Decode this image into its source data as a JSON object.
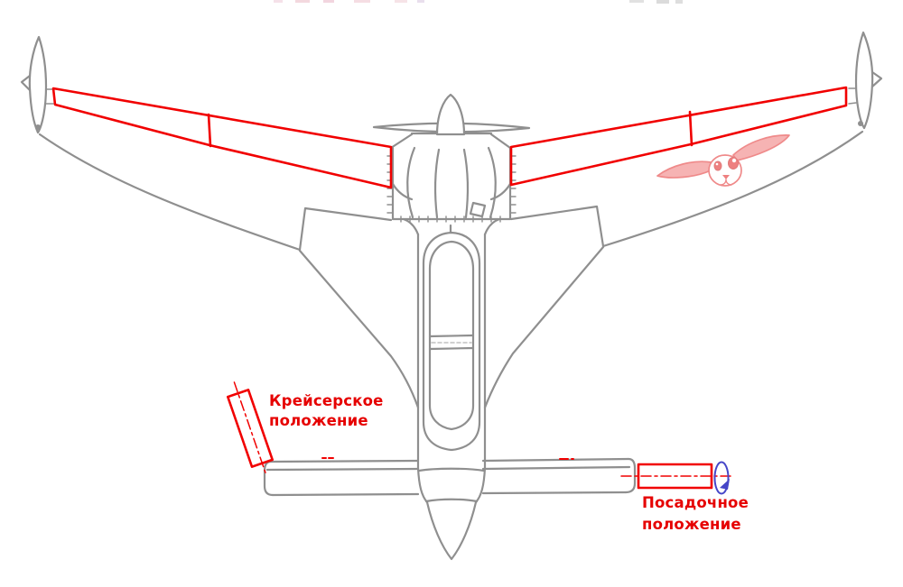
{
  "diagram": {
    "labels": {
      "cruise_position": {
        "line1": "Крейсерское",
        "line2": "положение"
      },
      "landing_position": {
        "line1": "Посадочное",
        "line2": "положение"
      }
    },
    "colors": {
      "drawing_gray": "#8f8f8f",
      "highlight_red": "#f10000",
      "label_red": "#e60000",
      "axis_blue": "#4646c8",
      "logo_pink": "#ef8a8a",
      "background": "#ffffff"
    },
    "icons": {
      "wing_logo": "rabbit-logo",
      "rotation_axis": "rotation-axis-ellipse-icon"
    }
  }
}
